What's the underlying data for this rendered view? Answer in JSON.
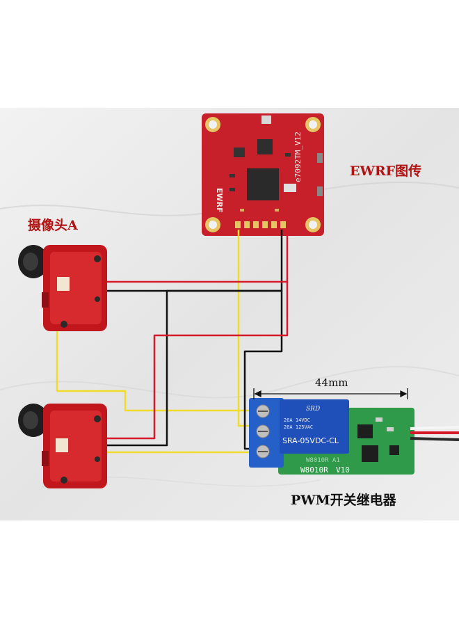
{
  "labels": {
    "vtx": "EWRF图传",
    "camera": "摄像头A",
    "relay": "PWM开关继电器",
    "dimension": "44mm"
  },
  "board": {
    "vtx_silk": "e7092TM_V12",
    "vtx_brand": "EWRF",
    "relay_top": "SRD",
    "relay_rating1": "20A 14VDC",
    "relay_rating2": "20A 125VAC",
    "relay_model": "SRA-05VDC-CL",
    "relay_pcb": "W8010R",
    "relay_ver": "V10",
    "relay_pcb2": "W8010R A1"
  },
  "colors": {
    "background": "#e9e9e9",
    "vtx_pcb": "#c8202a",
    "camera_body": "#c0161c",
    "relay_pcb": "#2f9a4a",
    "relay_body": "#1f4fb8",
    "terminal": "#2560c8",
    "wire_red": "#d6192b",
    "wire_black": "#111111",
    "wire_yellow": "#f0dc2a"
  }
}
